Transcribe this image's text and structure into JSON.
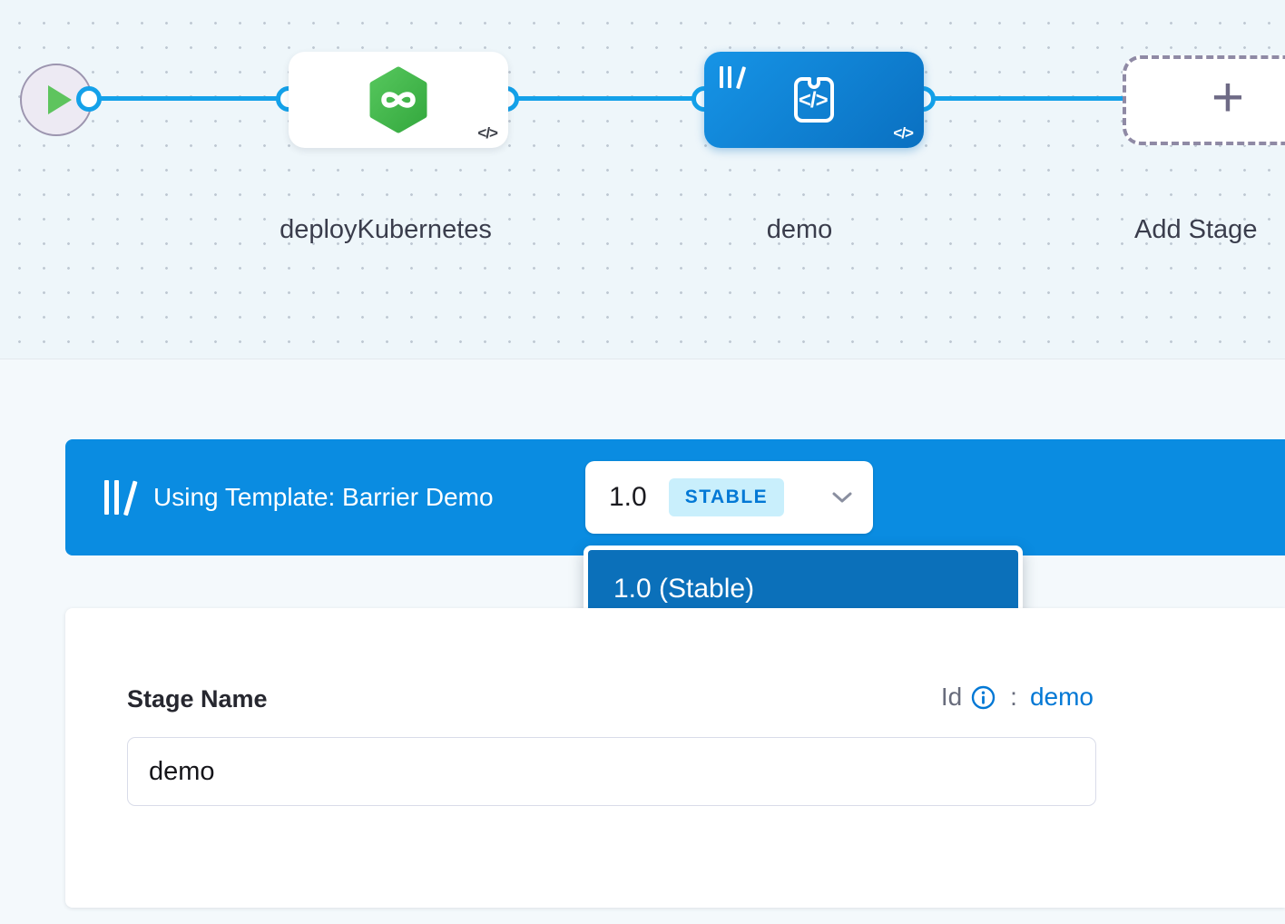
{
  "pipeline": {
    "stages": [
      {
        "name": "deployKubernetes",
        "type": "deploy-stage"
      },
      {
        "name": "demo",
        "type": "custom-stage-from-template"
      }
    ],
    "add_stage_label": "Add Stage",
    "code_toggle": "</>"
  },
  "template_banner": {
    "label": "Using Template: Barrier Demo",
    "version": "1.0",
    "badge": "STABLE"
  },
  "version_dropdown": {
    "options": [
      "1.0 (Stable)"
    ]
  },
  "stage_form": {
    "name_label": "Stage Name",
    "id_label": "Id",
    "colon": ":",
    "id_value": "demo",
    "name_value": "demo"
  },
  "colors": {
    "link_blue": "#0278d5",
    "banner_blue": "#0a8ce1",
    "dropdown_item_blue": "#0b70ba",
    "connector_blue": "#14a1e9",
    "badge_bg": "#c9effc",
    "node_green": "#43b64f",
    "canvas_bg": "#eef6fa"
  }
}
